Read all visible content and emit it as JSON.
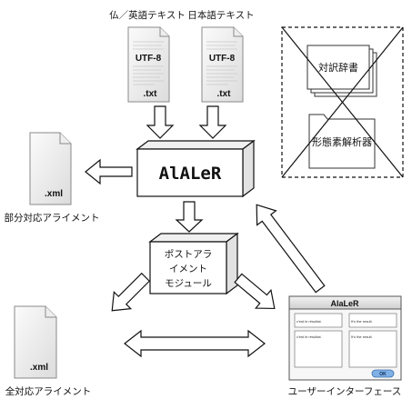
{
  "inputs": {
    "french_english_label": "仏／英語テキスト",
    "japanese_label": "日本語テキスト",
    "encoding": "UTF-8",
    "extension": ".txt"
  },
  "resources": {
    "dictionary_label": "対訳辞書",
    "morph_label": "形態素解析器"
  },
  "engine": {
    "label": "AlALeR"
  },
  "partial_output": {
    "extension": ".xml",
    "label": "部分対応アライメント"
  },
  "post_module": {
    "lines": [
      "ポストアラ",
      "イメント",
      "モジュール"
    ]
  },
  "full_output": {
    "extension": ".xml",
    "label": "全対応アライメント"
  },
  "ui": {
    "title": "AlaLeR",
    "cells": [
      "c'est le résultat.",
      "It's the result.",
      "c'est le résultat.",
      "It's the result."
    ],
    "ok_label": "OK",
    "label": "ユーザーインターフェース"
  }
}
